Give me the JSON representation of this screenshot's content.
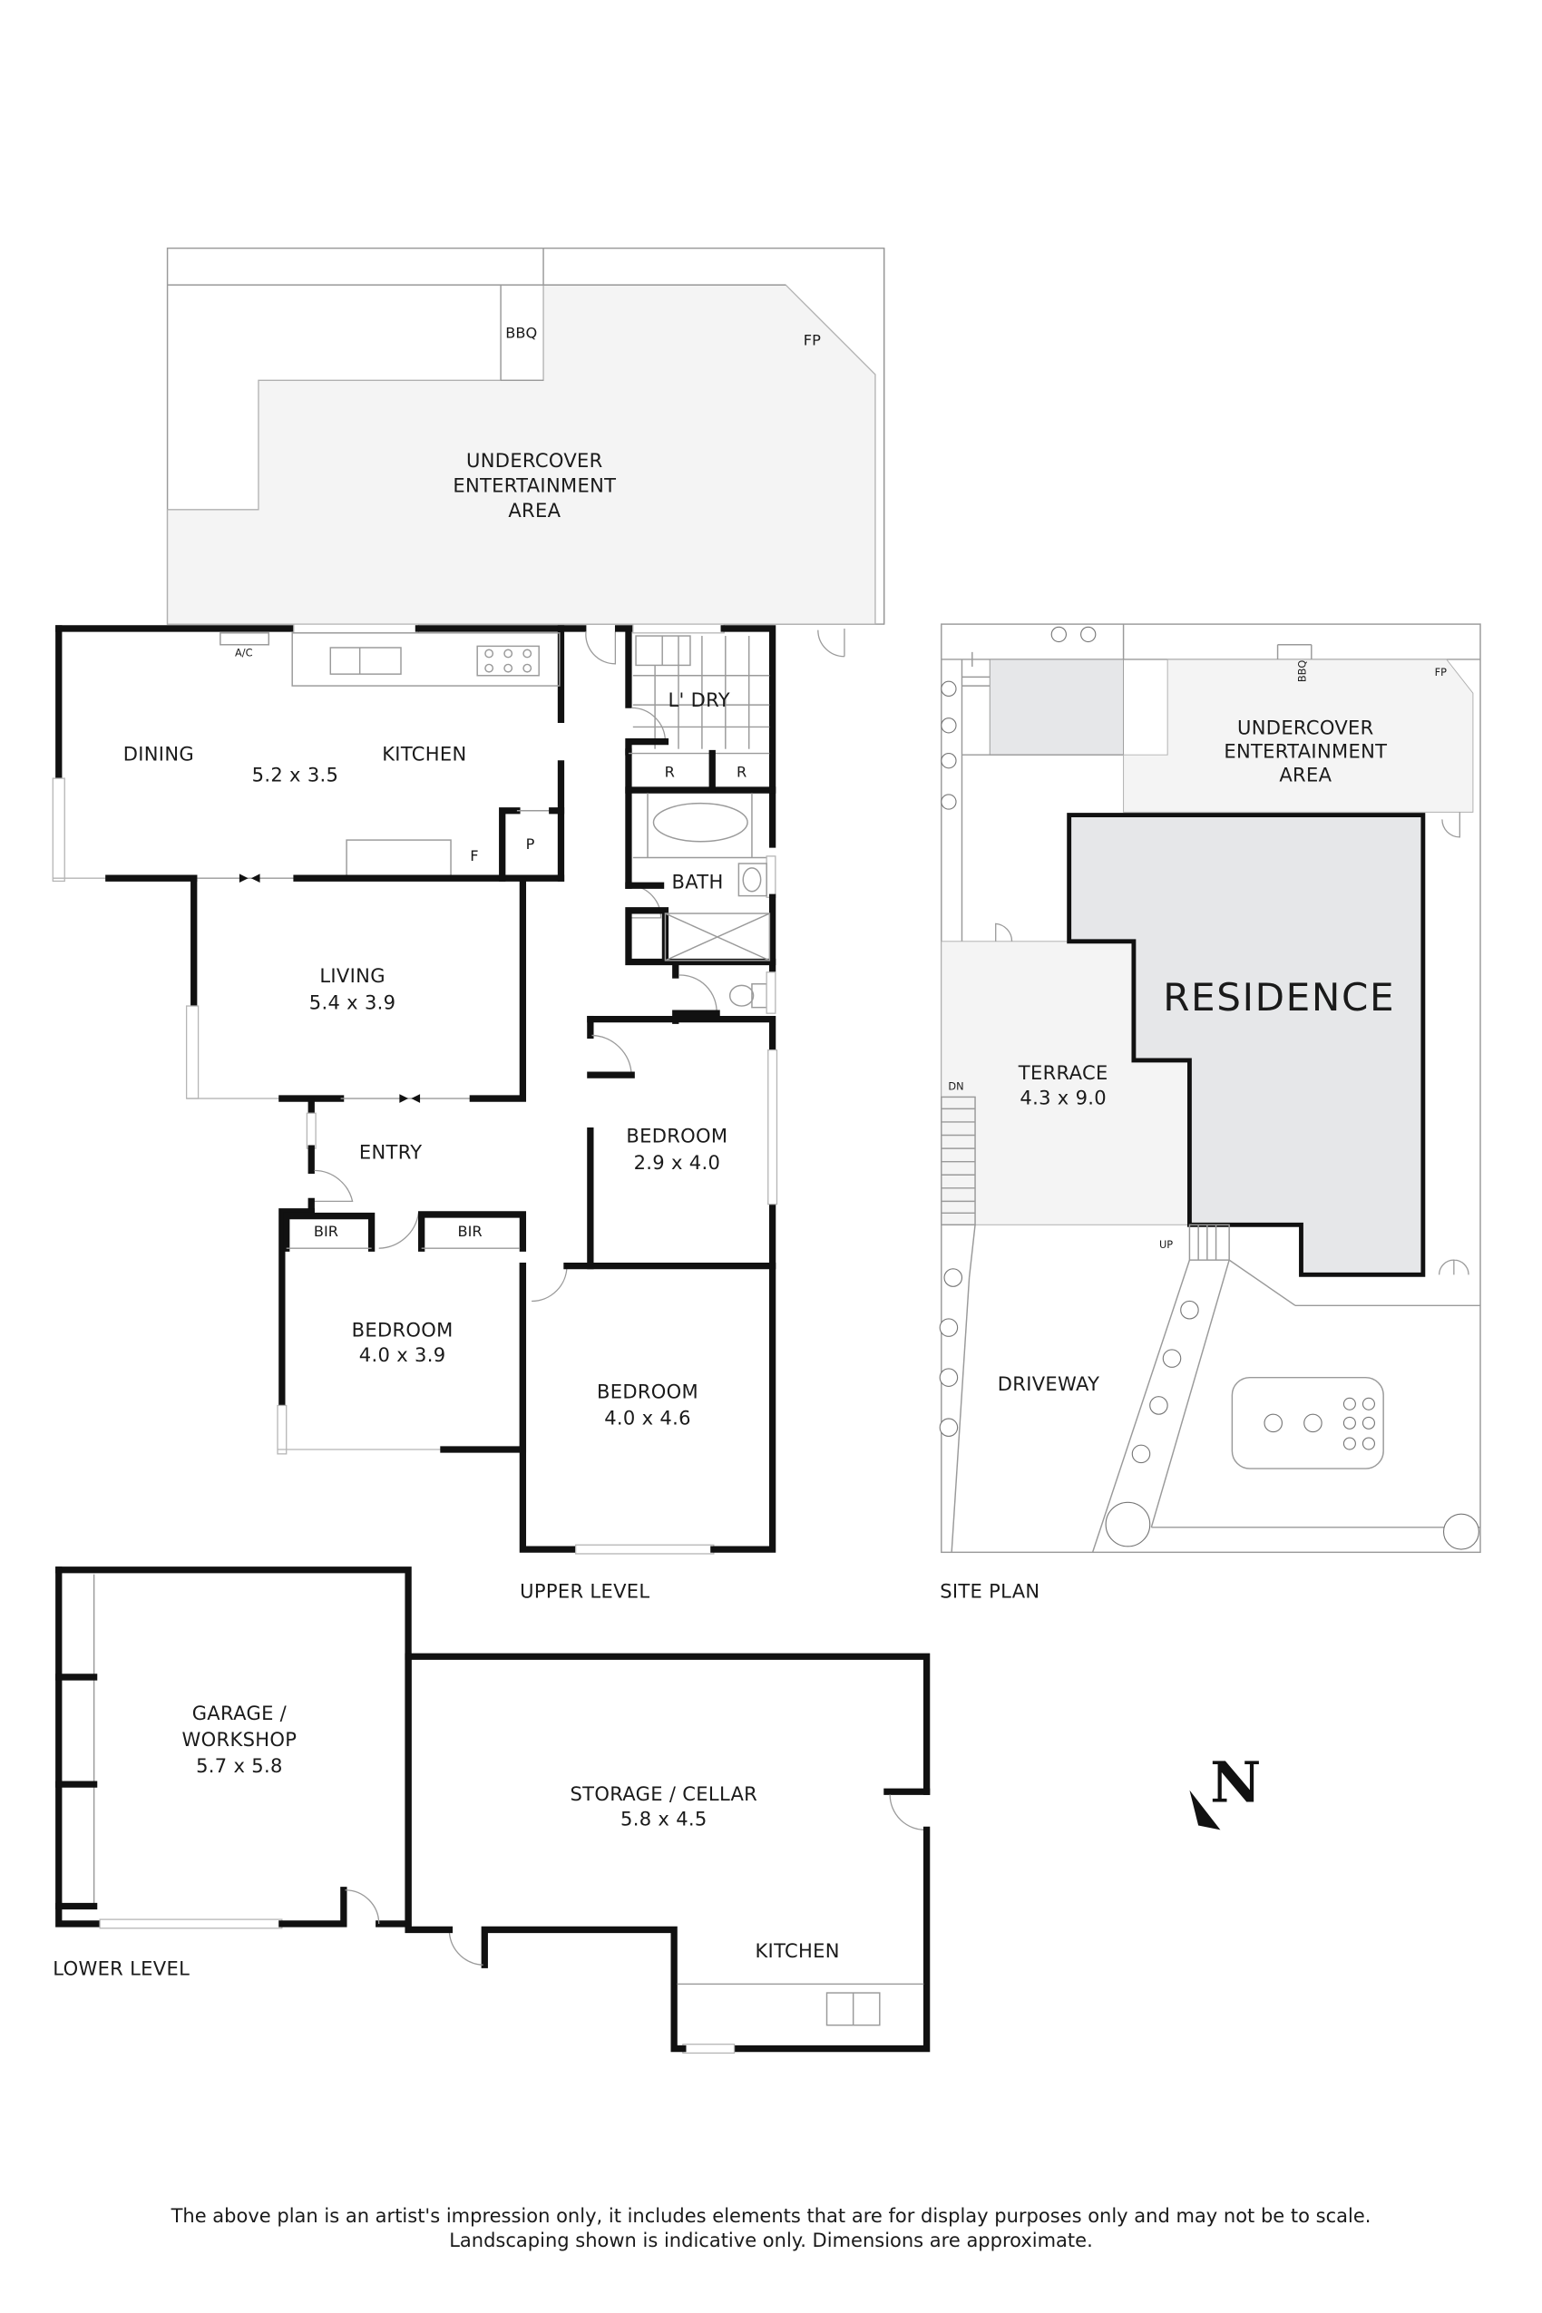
{
  "upper_level": {
    "section_label": "UPPER LEVEL",
    "undercover_area": {
      "name_line1": "UNDERCOVER",
      "name_line2": "ENTERTAINMENT",
      "name_line3": "AREA",
      "bbq": "BBQ",
      "fireplace": "FP"
    },
    "rooms": [
      {
        "id": "dining",
        "name": "DINING"
      },
      {
        "id": "kitchen",
        "name": "KITCHEN",
        "dims": "5.2 x 3.5"
      },
      {
        "id": "ac",
        "name": "A/C"
      },
      {
        "id": "fridge",
        "name": "F"
      },
      {
        "id": "pantry",
        "name": "P"
      },
      {
        "id": "laundry",
        "name": "L' DRY"
      },
      {
        "id": "robe1",
        "name": "R"
      },
      {
        "id": "robe2",
        "name": "R"
      },
      {
        "id": "bath",
        "name": "BATH"
      },
      {
        "id": "living",
        "name": "LIVING",
        "dims": "5.4 x 3.9"
      },
      {
        "id": "entry",
        "name": "ENTRY"
      },
      {
        "id": "bedroom1",
        "name": "BEDROOM",
        "dims": "2.9 x 4.0"
      },
      {
        "id": "bir1",
        "name": "BIR"
      },
      {
        "id": "bir2",
        "name": "BIR"
      },
      {
        "id": "bedroom2",
        "name": "BEDROOM",
        "dims": "4.0 x 3.9"
      },
      {
        "id": "bedroom3",
        "name": "BEDROOM",
        "dims": "4.0 x 4.6"
      }
    ]
  },
  "lower_level": {
    "section_label": "LOWER LEVEL",
    "rooms": [
      {
        "id": "garage",
        "name_line1": "GARAGE /",
        "name_line2": "WORKSHOP",
        "dims": "5.7 x 5.8"
      },
      {
        "id": "storage",
        "name": "STORAGE / CELLAR",
        "dims": "5.8 x 4.5"
      },
      {
        "id": "lower_kitchen",
        "name": "KITCHEN"
      }
    ]
  },
  "site_plan": {
    "section_label": "SITE PLAN",
    "residence": "RESIDENCE",
    "undercover_area": {
      "name_line1": "UNDERCOVER",
      "name_line2": "ENTERTAINMENT",
      "name_line3": "AREA",
      "bbq": "BBQ",
      "fireplace": "FP"
    },
    "terrace": {
      "name": "TERRACE",
      "dims": "4.3 x 9.0"
    },
    "driveway": "DRIVEWAY",
    "stairs_down": "DN",
    "stairs_up": "UP"
  },
  "compass": {
    "label": "N",
    "icon": "north-arrow-icon"
  },
  "disclaimer": {
    "line1": "The above plan is an artist's impression only, it includes elements that are for display purposes only and may not be to scale.",
    "line2": "Landscaping shown is indicative only. Dimensions are approximate."
  },
  "colors": {
    "wall": "#111111",
    "outdoor_fill": "#f4f4f4",
    "residence_fill": "#e6e7e9",
    "thin_line": "#9a9a9a"
  }
}
